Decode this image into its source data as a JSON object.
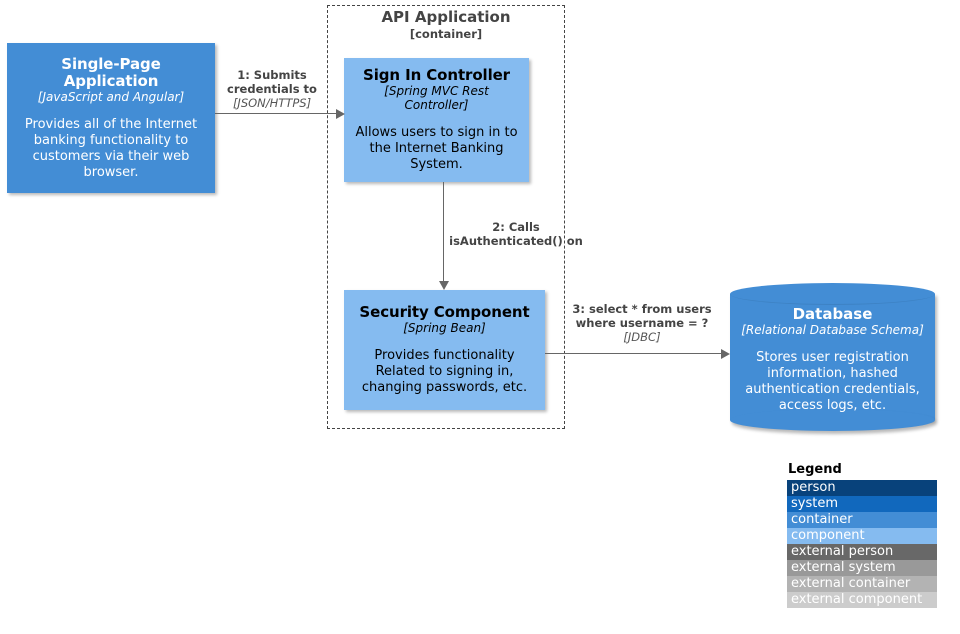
{
  "diagram": {
    "type": "c4-dynamic-diagram",
    "boundary": {
      "name": "API Application",
      "type": "[container]"
    },
    "nodes": {
      "spa": {
        "title": "Single-Page\nApplication",
        "title_line1": "Single-Page",
        "title_line2": "Application",
        "technology": "[JavaScript and Angular]",
        "description": "Provides all of the Internet banking functionality to customers via their web browser.",
        "color": "#438DD5",
        "text_color": "#FFFFFF",
        "shape": "rectangle",
        "element_type": "container"
      },
      "sign_in_controller": {
        "title": "Sign In Controller",
        "technology": "[Spring MVC Rest Controller]",
        "description": "Allows users to sign in to the Internet Banking System.",
        "color": "#85BBF0",
        "text_color": "#000000",
        "shape": "rectangle",
        "element_type": "component"
      },
      "security_component": {
        "title": "Security Component",
        "technology": "[Spring Bean]",
        "description": "Provides functionality Related to signing in, changing passwords, etc.",
        "color": "#85BBF0",
        "text_color": "#000000",
        "shape": "rectangle",
        "element_type": "component"
      },
      "database": {
        "title": "Database",
        "technology": "[Relational Database Schema]",
        "description": "Stores user registration information, hashed authentication credentials, access logs, etc.",
        "color": "#438DD5",
        "text_color": "#FFFFFF",
        "shape": "cylinder",
        "element_type": "container"
      }
    },
    "relationships": [
      {
        "id": "rel1",
        "label": "1: Submits\ncredentials to",
        "technology": "[JSON/HTTPS]",
        "from": "spa",
        "to": "sign_in_controller",
        "direction": "right"
      },
      {
        "id": "rel2",
        "label": "2: Calls\nisAuthenticated() on",
        "technology": "",
        "from": "sign_in_controller",
        "to": "security_component",
        "direction": "down"
      },
      {
        "id": "rel3",
        "label": "3: select * from users\nwhere username = ?",
        "technology": "[JDBC]",
        "from": "security_component",
        "to": "database",
        "direction": "right"
      }
    ]
  },
  "legend": {
    "title": "Legend",
    "items": [
      {
        "label": "person",
        "color": "#08427B",
        "text_color": "#FFFFFF"
      },
      {
        "label": "system",
        "color": "#1168BD",
        "text_color": "#FFFFFF"
      },
      {
        "label": "container",
        "color": "#438DD5",
        "text_color": "#FFFFFF"
      },
      {
        "label": "component",
        "color": "#85BBF0",
        "text_color": "#FFFFFF"
      },
      {
        "label": "external person",
        "color": "#686868",
        "text_color": "#FFFFFF"
      },
      {
        "label": "external system",
        "color": "#999999",
        "text_color": "#FFFFFF"
      },
      {
        "label": "external container",
        "color": "#B3B3B3",
        "text_color": "#FFFFFF"
      },
      {
        "label": "external component",
        "color": "#CCCCCC",
        "text_color": "#FFFFFF"
      }
    ]
  }
}
